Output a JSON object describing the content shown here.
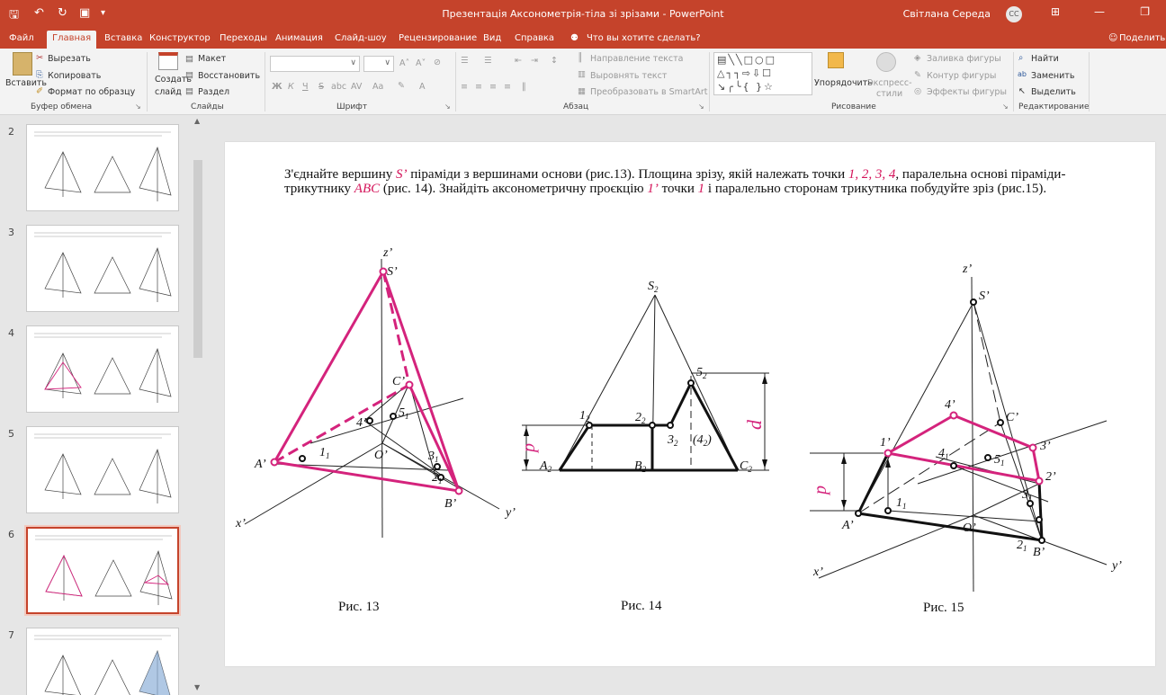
{
  "window": {
    "title": "Презентація Аксонометрія-тіла зі зрізами  -  PowerPoint",
    "user": "Світлана Середа",
    "user_initials": "СС"
  },
  "tabs": {
    "file": "Файл",
    "home": "Главная",
    "insert": "Вставка",
    "design": "Конструктор",
    "transitions": "Переходы",
    "animations": "Анимация",
    "slideshow": "Слайд-шоу",
    "review": "Рецензирование",
    "view": "Вид",
    "help": "Справка",
    "tell_me": "Что вы хотите сделать?",
    "share": "Поделиться"
  },
  "ribbon": {
    "clipboard": {
      "paste": "Вставить",
      "cut": "Вырезать",
      "copy": "Копировать",
      "format_painter": "Формат по образцу",
      "group": "Буфер обмена"
    },
    "slides": {
      "new_slide_1": "Создать",
      "new_slide_2": "слайд",
      "layout": "Макет",
      "reset": "Восстановить",
      "section": "Раздел",
      "group": "Слайды"
    },
    "font": {
      "group": "Шрифт",
      "bold": "Ж",
      "italic": "К",
      "underline": "Ч",
      "strike": "S",
      "shadow": "abc",
      "spacing": "AV",
      "case": "Aa"
    },
    "paragraph": {
      "group": "Абзац",
      "text_direction": "Направление текста",
      "align_text": "Выровнять текст",
      "smartart": "Преобразовать в SmartArt"
    },
    "drawing": {
      "group": "Рисование",
      "arrange": "Упорядочить",
      "quick_styles_1": "Экспресс-",
      "quick_styles_2": "стили",
      "shape_fill": "Заливка фигуры",
      "shape_outline": "Контур фигуры",
      "shape_effects": "Эффекты фигуры"
    },
    "editing": {
      "group": "Редактирование",
      "find": "Найти",
      "replace": "Заменить",
      "select": "Выделить"
    }
  },
  "thumbnails": [
    {
      "num": "2"
    },
    {
      "num": "3"
    },
    {
      "num": "4"
    },
    {
      "num": "5"
    },
    {
      "num": "6",
      "selected": true
    },
    {
      "num": "7"
    }
  ],
  "slide": {
    "text_1": "З'єднайте вершину ",
    "text_s": "S’",
    "text_2": " піраміди з вершинами основи (рис.13). Площина зрізу, якій належать точки ",
    "text_pts": "1, 2, 3, 4",
    "text_3": ", паралельна основі піраміди- трикутнику ",
    "text_abc": "ABC",
    "text_4": "  (рис. 14). Знайдіть аксонометричну проєкцію ",
    "text_1p": "1’",
    "text_5": "  точки ",
    "text_one": "1",
    "text_6": " і паралельно сторонам трикутника побудуйте зріз (рис.15).",
    "cap13": "Рис. 13",
    "cap14": "Рис. 14",
    "cap15": "Рис. 15"
  },
  "fig13": {
    "z": "z’",
    "S": "S’",
    "C": "C’",
    "four": "4’",
    "five": "5",
    "five_sub": "1",
    "A": "A’",
    "one": "1",
    "one_sub": "1",
    "O": "O’",
    "three": "3",
    "three_sub": "1",
    "two": "2",
    "two_sub": "1",
    "B": "B’",
    "x": "x’",
    "y": "y’"
  },
  "fig14": {
    "S": "S",
    "S_sub": "2",
    "five": "5",
    "five_sub": "2",
    "one": "1",
    "one_sub": "2",
    "two": "2",
    "two_sub": "2",
    "three": "3",
    "three_sub": "2",
    "four": "(4",
    "four_sub": "2",
    "four_close": ")",
    "A": "A",
    "A_sub": "2",
    "B": "B",
    "B_sub": "2",
    "C": "C",
    "C_sub": "2",
    "d": "d",
    "p": "p"
  },
  "fig15": {
    "z": "z’",
    "S": "S’",
    "four": "4’",
    "C": "C’",
    "one": "1’",
    "three": "3’",
    "four1": "4",
    "four1_sub": "1",
    "five": "5",
    "five_sub": "1",
    "two": "2’",
    "p": "p",
    "one1": "1",
    "one1_sub": "1",
    "O": "O’",
    "three1": "3",
    "three1_sub": "1",
    "A": "A’",
    "two1": "2",
    "two1_sub": "1",
    "B": "B’",
    "x": "x’",
    "y": "y’"
  },
  "colors": {
    "accent": "#c5432b",
    "figure_pink": "#d4237c",
    "text_red": "#d4145a"
  }
}
